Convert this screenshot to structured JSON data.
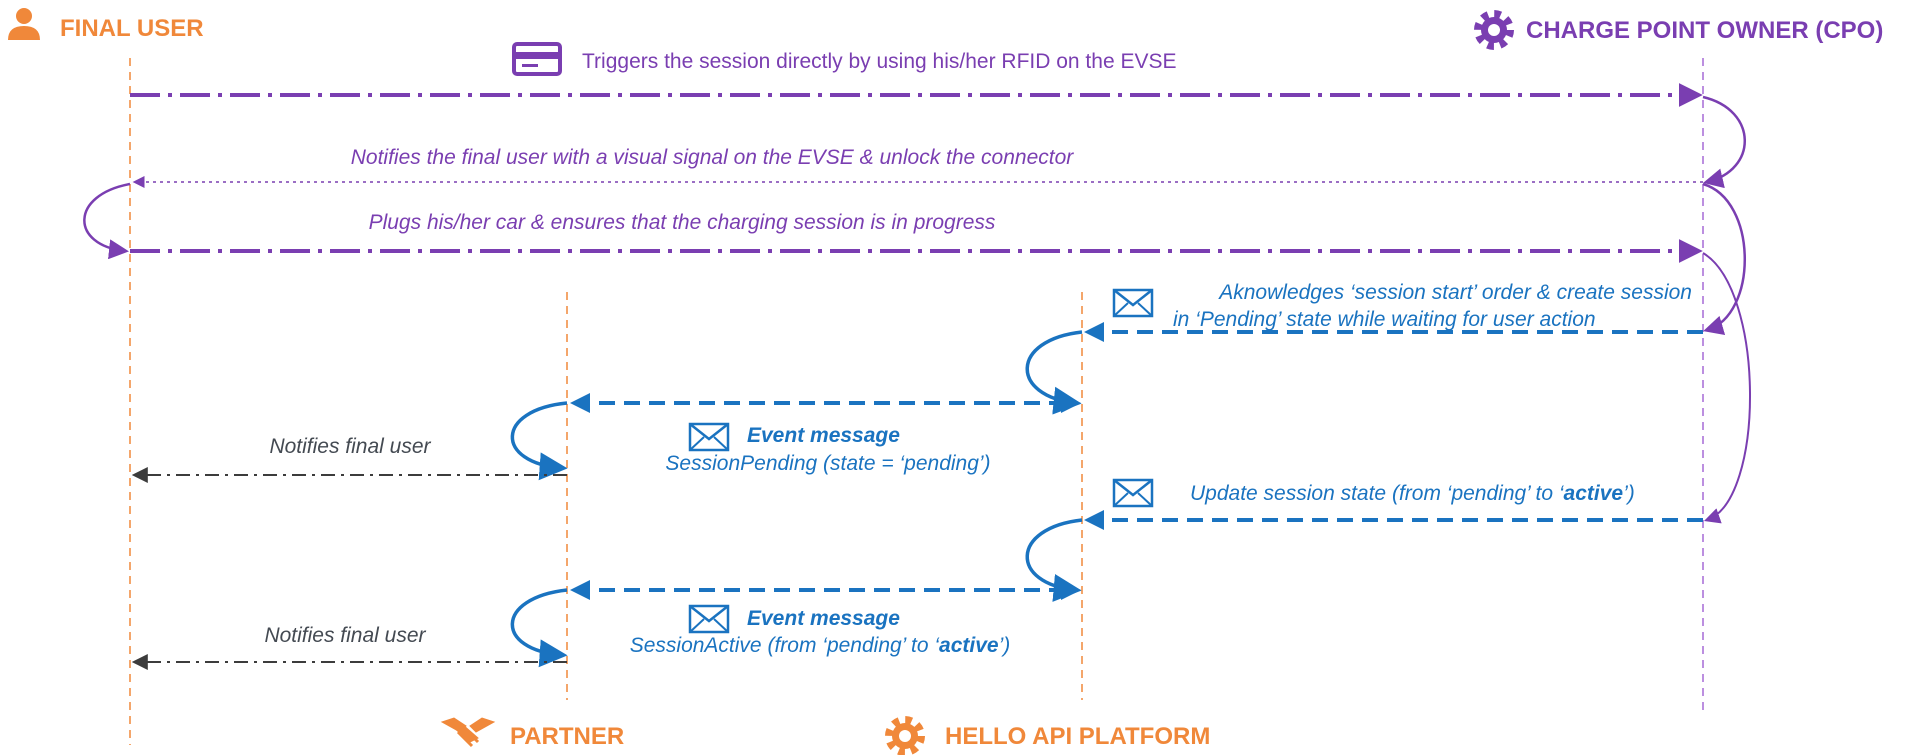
{
  "actors": {
    "final_user": "FINAL USER",
    "cpo": "CHARGE POINT OWNER (CPO)",
    "partner": "PARTNER",
    "platform": "HELLO API PLATFORM"
  },
  "messages": {
    "m1": "Triggers the session directly by using his/her RFID on the EVSE",
    "m2": "Notifies the final user with a visual signal on the EVSE & unlock the connector",
    "m3": "Plugs his/her car & ensures that the charging session is in progress",
    "m4_line1": "Aknowledges ‘session start’ order & create session",
    "m4_line2": "in ‘Pending’ state while waiting for user action",
    "event_title": "Event message",
    "pending_detail": "SessionPending (state = ‘pending’)",
    "notify_final_user": "Notifies final user",
    "update_prefix": "Update session state (from ‘pending’ to ‘",
    "update_bold": "active",
    "update_suffix": "’)",
    "active_prefix": "SessionActive (from ‘pending’ to ‘",
    "active_bold": "active",
    "active_suffix": "’)"
  },
  "colors": {
    "orange": "#f0883a",
    "purple": "#7a3eb1",
    "blue": "#1a73c0",
    "gray": "#444a52"
  },
  "icons": {
    "final_user": "person-icon",
    "cpo": "gear-icon",
    "partner": "handshake-icon",
    "platform": "gear-icon",
    "rfid": "rfid-card-icon",
    "envelope": "envelope-icon"
  }
}
